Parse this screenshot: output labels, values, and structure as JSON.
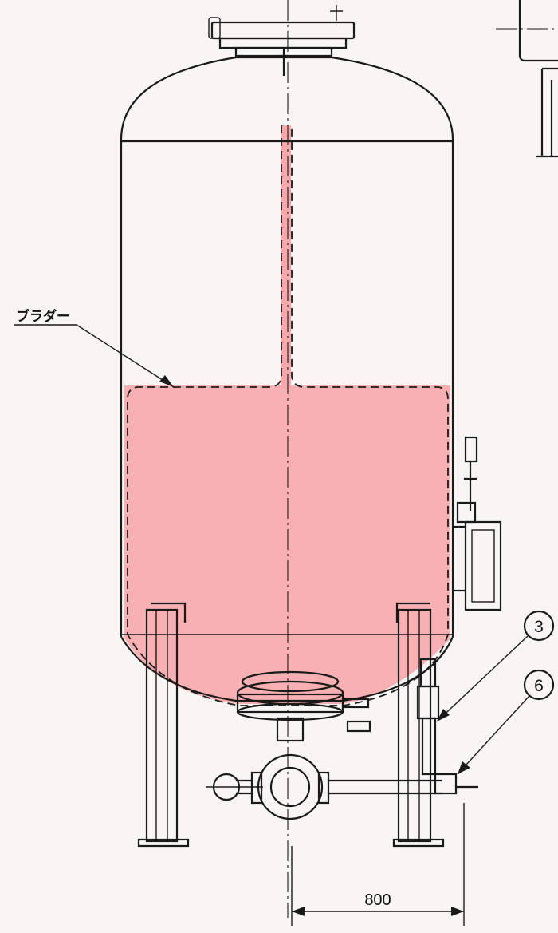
{
  "labels": {
    "bladder": "ブラダー",
    "dimension": "800",
    "callout_a": "3",
    "callout_b": "6"
  },
  "colors": {
    "bladder_fill": "#f7a8ab",
    "line": "#1a1a1a",
    "paper": "#f7f6f4"
  }
}
